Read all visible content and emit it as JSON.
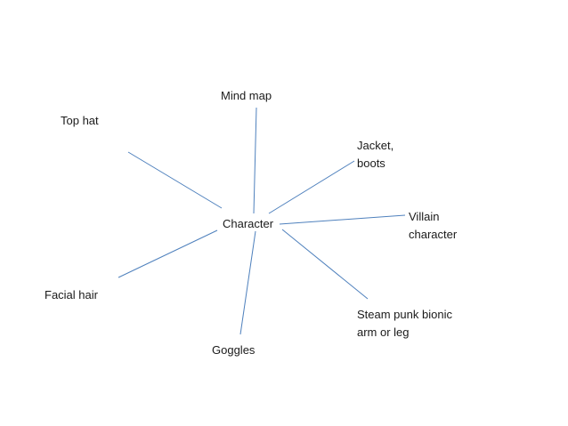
{
  "diagram": {
    "center": {
      "text": "Character"
    },
    "nodes": [
      {
        "id": "mind-map",
        "lines": [
          "Mind map"
        ]
      },
      {
        "id": "top-hat",
        "lines": [
          "Top hat"
        ]
      },
      {
        "id": "jacket-boots",
        "lines": [
          "Jacket,",
          "boots"
        ]
      },
      {
        "id": "villain-character",
        "lines": [
          "Villain",
          "character"
        ]
      },
      {
        "id": "facial-hair",
        "lines": [
          "Facial hair"
        ]
      },
      {
        "id": "steam-punk",
        "lines": [
          "Steam punk bionic",
          "arm or leg"
        ]
      },
      {
        "id": "goggles",
        "lines": [
          "Goggles"
        ]
      }
    ],
    "line_color": "#4f81bd"
  }
}
